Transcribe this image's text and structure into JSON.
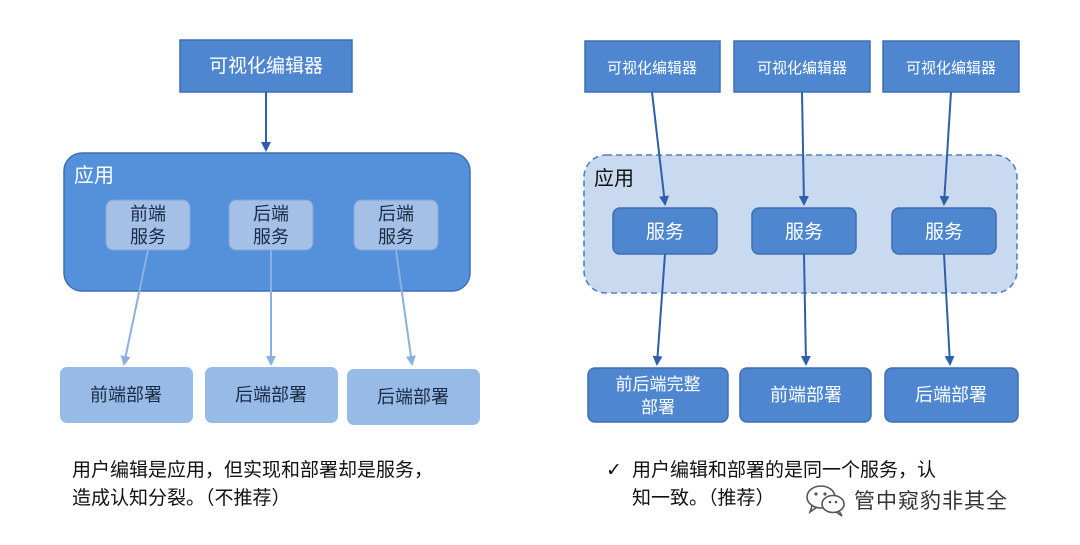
{
  "left_panel": {
    "editor": "可视化编辑器",
    "app_label": "应用",
    "services": [
      [
        "前端",
        "服务"
      ],
      [
        "后端",
        "服务"
      ],
      [
        "后端",
        "服务"
      ]
    ],
    "deployments": [
      "前端部署",
      "后端部署",
      "后端部署"
    ],
    "caption_line1": "用户编辑是应用，但实现和部署却是服务，",
    "caption_line2": "造成认知分裂。（不推荐）"
  },
  "right_panel": {
    "editors": [
      "可视化编辑器",
      "可视化编辑器",
      "可视化编辑器"
    ],
    "app_label": "应用",
    "services": [
      "服务",
      "服务",
      "服务"
    ],
    "deployments": [
      [
        "前后端完整",
        "部署"
      ],
      [
        "前端部署"
      ],
      [
        "后端部署"
      ]
    ],
    "check_mark": "✓",
    "caption_line1": "用户编辑和部署的是同一个服务，认",
    "caption_line2": "知一致。（推荐）"
  },
  "watermark": {
    "icon": "wechat-icon",
    "text": "管中窥豹非其全"
  },
  "colors": {
    "node_blue": "#4f86d0",
    "node_border": "#3e6fb0",
    "app_blue": "#5590db",
    "service_light": "#a4c0e6",
    "deploy_light": "#97bae6",
    "arrow_dark": "#2f5fa8",
    "arrow_light": "#8cb0df",
    "dashed_fill": "#c8d9f0",
    "dashed_stroke": "#4e82c6"
  }
}
